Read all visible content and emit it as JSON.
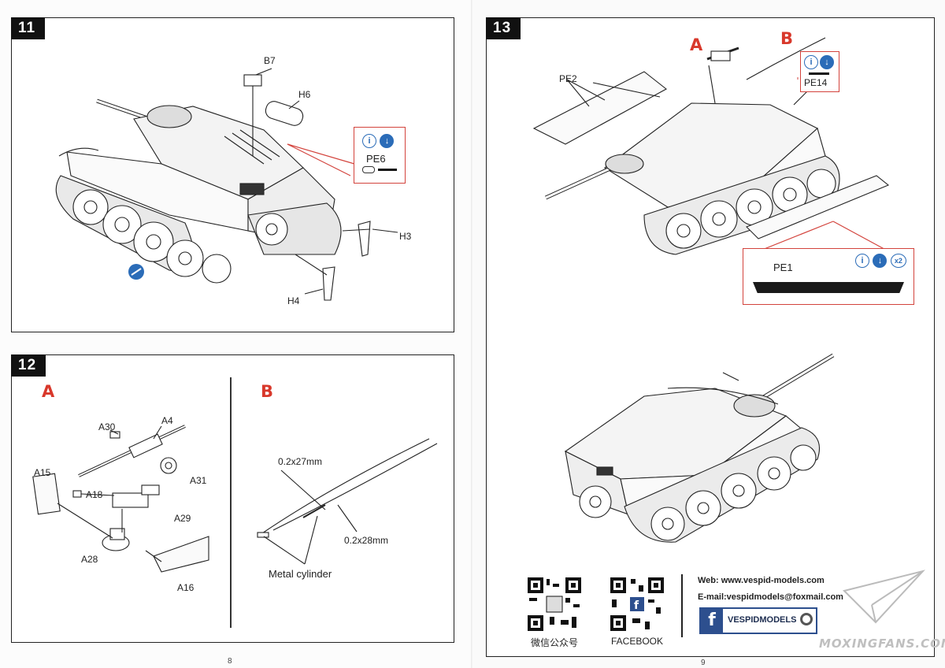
{
  "left_page": {
    "page_number": "8",
    "step11": {
      "number": "11",
      "labels": {
        "b7": "B7",
        "h6": "H6",
        "h3": "H3",
        "h4": "H4"
      },
      "callout": {
        "part": "PE6"
      }
    },
    "step12": {
      "number": "12",
      "section_a": {
        "letter": "A",
        "labels": {
          "a30": "A30",
          "a4": "A4",
          "a15": "A15",
          "a18": "A18",
          "a31": "A31",
          "a29": "A29",
          "a28": "A28",
          "a16": "A16"
        }
      },
      "section_b": {
        "letter": "B",
        "labels": {
          "wire1": "0.2x27mm",
          "wire2": "0.2x28mm",
          "cylinder": "Metal cylinder"
        }
      }
    }
  },
  "right_page": {
    "page_number": "9",
    "step13": {
      "number": "13",
      "sub_a": "A",
      "sub_b": "B",
      "labels": {
        "pe2": "PE2"
      },
      "callout_pe14": {
        "part": "PE14"
      },
      "callout_pe1": {
        "part": "PE1",
        "quantity": "x2"
      }
    },
    "footer": {
      "qr1_caption": "微信公众号",
      "qr2_caption": "FACEBOOK",
      "web": "Web: www.vespid-models.com",
      "email": "E-mail:vespidmodels@foxmail.com",
      "facebook_badge": "VESPIDMODELS",
      "watermark": "MOXINGFANS.COM"
    }
  },
  "colors": {
    "accent_red": "#d8382b",
    "icon_blue": "#2b6cb8",
    "facebook_blue": "#2d4f8e"
  },
  "icons": [
    "info-icon",
    "download-icon",
    "quantity-x2-icon",
    "facebook-icon",
    "search-icon",
    "paper-plane-icon"
  ]
}
